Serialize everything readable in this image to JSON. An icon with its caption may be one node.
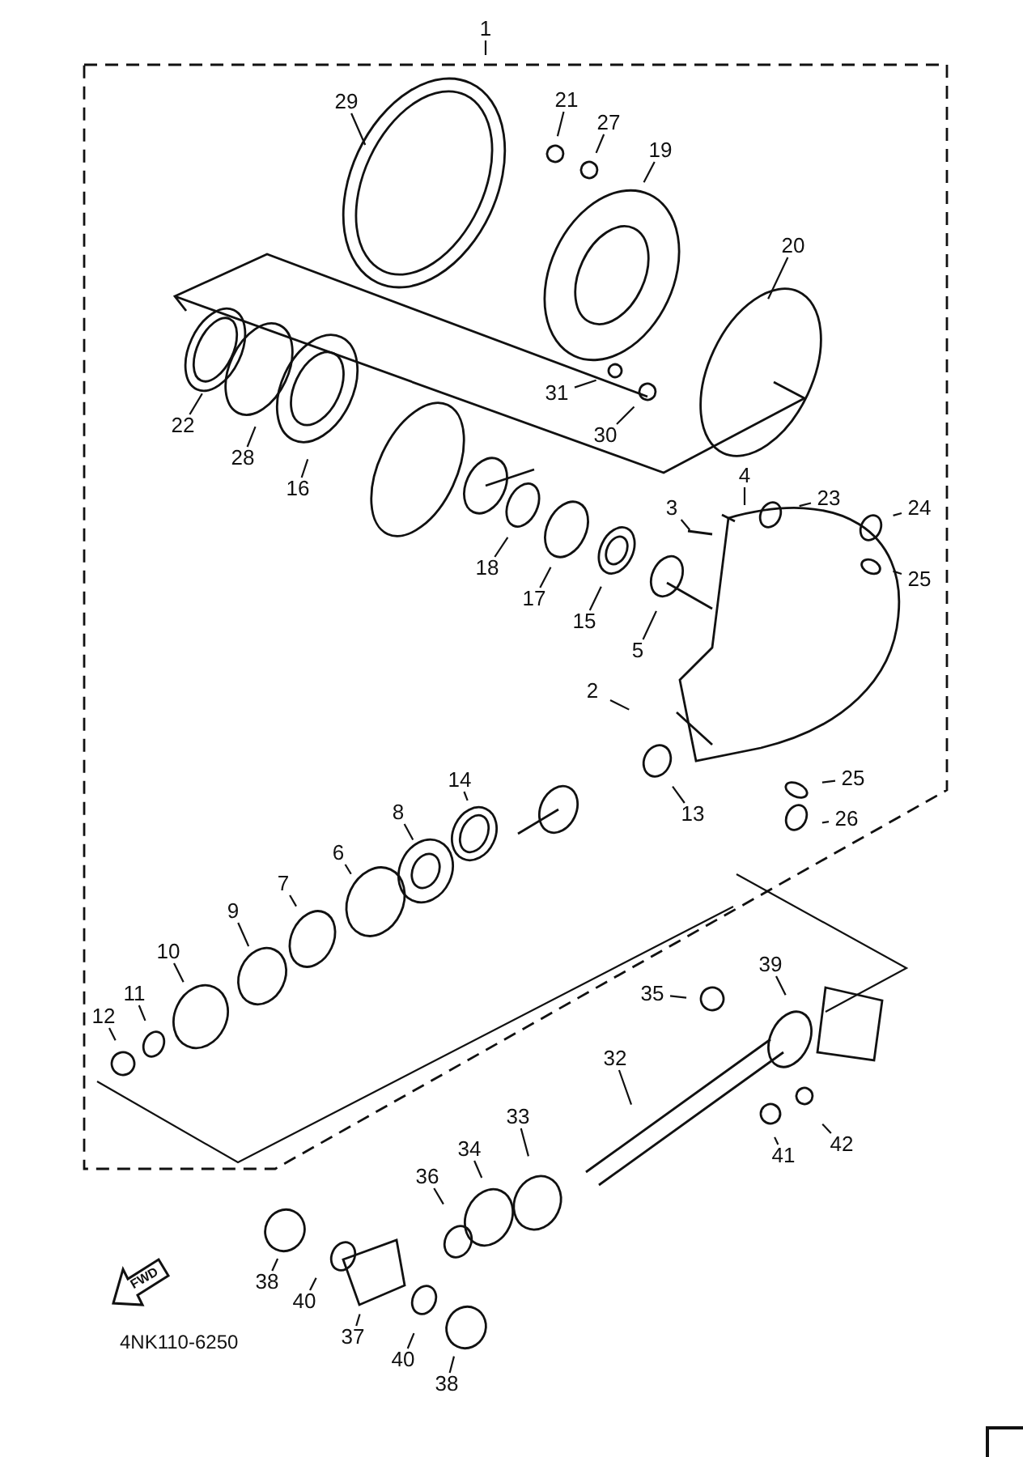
{
  "diagram": {
    "nodes": [
      {
        "text": [
          "1"
        ]
      },
      {
        "text": [
          "29"
        ]
      },
      {
        "text": [
          "21"
        ]
      },
      {
        "text": [
          "27"
        ]
      },
      {
        "text": [
          "19"
        ]
      },
      {
        "text": [
          "20"
        ]
      },
      {
        "text": [
          "31"
        ]
      },
      {
        "text": [
          "30"
        ]
      },
      {
        "text": [
          "22"
        ]
      },
      {
        "text": [
          "28"
        ]
      },
      {
        "text": [
          "16"
        ]
      },
      {
        "text": [
          "4"
        ]
      },
      {
        "text": [
          "23"
        ]
      },
      {
        "text": [
          "24"
        ]
      },
      {
        "text": [
          "3"
        ]
      },
      {
        "text": [
          "25"
        ]
      },
      {
        "text": [
          "18"
        ]
      },
      {
        "text": [
          "17"
        ]
      },
      {
        "text": [
          "15"
        ]
      },
      {
        "text": [
          "5"
        ]
      },
      {
        "text": [
          "2"
        ]
      },
      {
        "text": [
          "13"
        ]
      },
      {
        "text": [
          "25"
        ]
      },
      {
        "text": [
          "26"
        ]
      },
      {
        "text": [
          "14"
        ]
      },
      {
        "text": [
          "8"
        ]
      },
      {
        "text": [
          "6"
        ]
      },
      {
        "text": [
          "7"
        ]
      },
      {
        "text": [
          "9"
        ]
      },
      {
        "text": [
          "10"
        ]
      },
      {
        "text": [
          "11"
        ]
      },
      {
        "text": [
          "12"
        ]
      },
      {
        "text": [
          "39"
        ]
      },
      {
        "text": [
          "35"
        ]
      },
      {
        "text": [
          "32"
        ]
      },
      {
        "text": [
          "42"
        ]
      },
      {
        "text": [
          "41"
        ]
      },
      {
        "text": [
          "33"
        ]
      },
      {
        "text": [
          "34"
        ]
      },
      {
        "text": [
          "36"
        ]
      },
      {
        "text": [
          "38"
        ]
      },
      {
        "text": [
          "40"
        ]
      },
      {
        "text": [
          "37"
        ]
      },
      {
        "text": [
          "40"
        ]
      },
      {
        "text": [
          "38"
        ]
      }
    ],
    "edges": [
      {
        "from": 0,
        "to": null,
        "arrow": "none"
      },
      {
        "from": 1,
        "to": null,
        "arrow": "none"
      },
      {
        "from": 2,
        "to": null,
        "arrow": "none"
      },
      {
        "from": 3,
        "to": null,
        "arrow": "none"
      },
      {
        "from": 4,
        "to": null,
        "arrow": "none"
      },
      {
        "from": 5,
        "to": null,
        "arrow": "none"
      },
      {
        "from": 6,
        "to": null,
        "arrow": "none"
      },
      {
        "from": 7,
        "to": null,
        "arrow": "none"
      },
      {
        "from": 8,
        "to": null,
        "arrow": "none"
      },
      {
        "from": 9,
        "to": null,
        "arrow": "none"
      },
      {
        "from": 10,
        "to": null,
        "arrow": "none"
      },
      {
        "from": 11,
        "to": null,
        "arrow": "none"
      },
      {
        "from": 12,
        "to": null,
        "arrow": "none"
      },
      {
        "from": 13,
        "to": null,
        "arrow": "none"
      },
      {
        "from": 14,
        "to": null,
        "arrow": "none"
      },
      {
        "from": 15,
        "to": null,
        "arrow": "none"
      },
      {
        "from": 16,
        "to": null,
        "arrow": "none"
      },
      {
        "from": 17,
        "to": null,
        "arrow": "none"
      },
      {
        "from": 18,
        "to": null,
        "arrow": "none"
      },
      {
        "from": 19,
        "to": null,
        "arrow": "none"
      },
      {
        "from": 20,
        "to": null,
        "arrow": "none"
      },
      {
        "from": 21,
        "to": null,
        "arrow": "none"
      },
      {
        "from": 22,
        "to": null,
        "arrow": "none"
      },
      {
        "from": 23,
        "to": null,
        "arrow": "none"
      },
      {
        "from": 24,
        "to": null,
        "arrow": "none"
      },
      {
        "from": 25,
        "to": null,
        "arrow": "none"
      },
      {
        "from": 26,
        "to": null,
        "arrow": "none"
      },
      {
        "from": 27,
        "to": null,
        "arrow": "none"
      },
      {
        "from": 28,
        "to": null,
        "arrow": "none"
      },
      {
        "from": 29,
        "to": null,
        "arrow": "none"
      },
      {
        "from": 30,
        "to": null,
        "arrow": "none"
      },
      {
        "from": 31,
        "to": null,
        "arrow": "none"
      },
      {
        "from": 32,
        "to": null,
        "arrow": "none"
      },
      {
        "from": 33,
        "to": null,
        "arrow": "none"
      },
      {
        "from": 34,
        "to": null,
        "arrow": "none"
      },
      {
        "from": 35,
        "to": null,
        "arrow": "none"
      },
      {
        "from": 36,
        "to": null,
        "arrow": "none"
      },
      {
        "from": 37,
        "to": null,
        "arrow": "none"
      },
      {
        "from": 38,
        "to": null,
        "arrow": "none"
      },
      {
        "from": 39,
        "to": null,
        "arrow": "none"
      },
      {
        "from": 40,
        "to": null,
        "arrow": "none"
      },
      {
        "from": 41,
        "to": null,
        "arrow": "none"
      },
      {
        "from": 42,
        "to": null,
        "arrow": "none"
      },
      {
        "from": 43,
        "to": null,
        "arrow": "none"
      },
      {
        "from": 44,
        "to": null,
        "arrow": "none"
      }
    ],
    "labels": [
      "FWD",
      "4NK110-6250"
    ]
  }
}
